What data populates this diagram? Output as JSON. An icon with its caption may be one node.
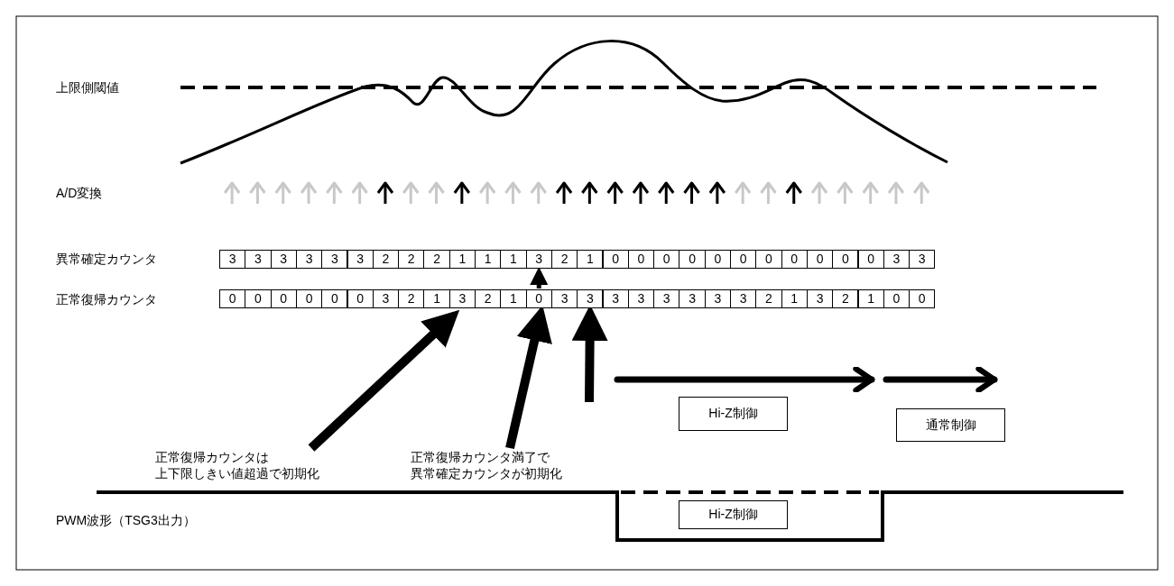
{
  "diagram": {
    "nodes": [
      {
        "text": [
          "正常復帰カウンタは上下限しきい値超過で初期化"
        ]
      },
      {
        "text": [
          "正常復帰カウンタ満了で異常確定カウンタが初期化"
        ]
      },
      {
        "text": [
          "Hi-Z制御"
        ]
      },
      {
        "text": [
          "通常制御"
        ]
      },
      {
        "text": [
          "Hi-Z制御"
        ]
      },
      {
        "text": [
          "1"
        ]
      },
      {
        "text": [
          "0"
        ]
      },
      {
        "text": [
          "3"
        ]
      },
      {
        "text": [
          "3"
        ]
      }
    ],
    "edges": [
      {
        "from": 0,
        "to": 5,
        "arrow": "to"
      },
      {
        "from": 1,
        "to": 6,
        "arrow": "to"
      },
      {
        "from": null,
        "to": 7,
        "arrow": "to"
      },
      {
        "from": 6,
        "to": 8,
        "arrow": "to"
      }
    ],
    "labels": [
      "上限側閾値",
      "A/D変換",
      "異常確定カウンタ",
      "3",
      "3",
      "3",
      "3",
      "3",
      "3",
      "2",
      "2",
      "2",
      "1",
      "1",
      "1",
      "2",
      "1",
      "0",
      "0",
      "0",
      "0",
      "0",
      "0",
      "0",
      "0",
      "0",
      "0",
      "0",
      "3",
      "3",
      "正常復帰カウンタ",
      "0",
      "0",
      "0",
      "0",
      "0",
      "0",
      "3",
      "2",
      "3",
      "2",
      "1",
      "3",
      "3",
      "3",
      "3",
      "3",
      "3",
      "3",
      "2",
      "1",
      "3",
      "2",
      "1",
      "0",
      "0",
      "PWM波形（TSG3出力）"
    ]
  }
}
